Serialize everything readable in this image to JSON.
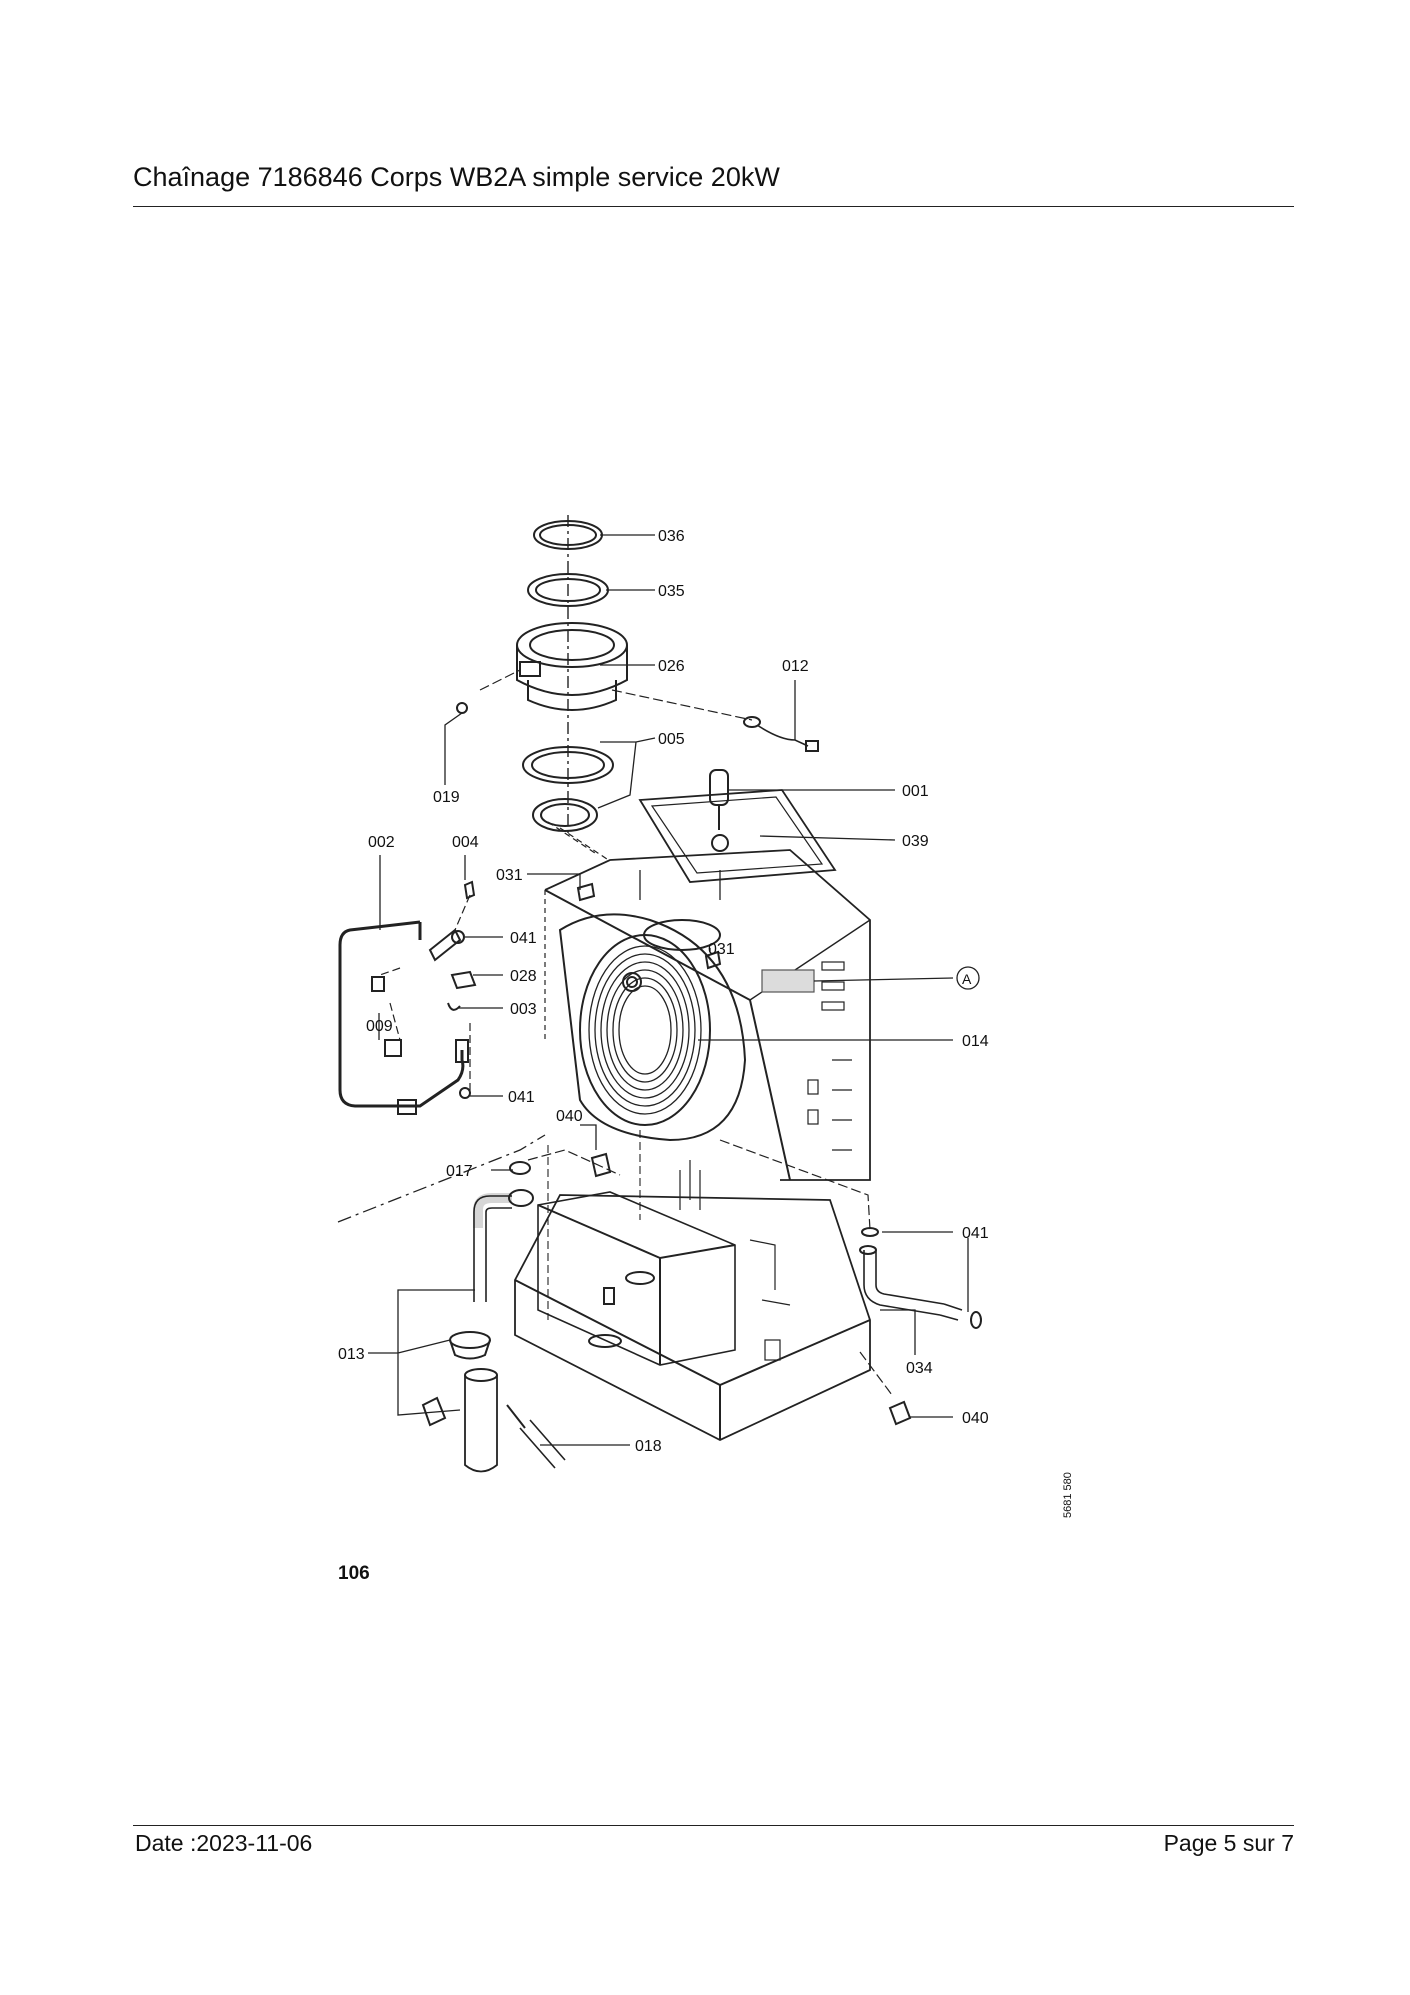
{
  "header": {
    "title": "Chaînage 7186846 Corps WB2A simple service 20kW"
  },
  "diagram": {
    "callouts": [
      "036",
      "035",
      "026",
      "012",
      "005",
      "001",
      "019",
      "039",
      "002",
      "004",
      "031",
      "031",
      "041",
      "028",
      "003",
      "A",
      "014",
      "009",
      "041",
      "040",
      "017",
      "041",
      "013",
      "034",
      "018",
      "040"
    ],
    "figure_number": "106",
    "document_code": "5681 580"
  },
  "footer": {
    "date": "Date :2023-11-06",
    "page": "Page 5 sur  7"
  }
}
